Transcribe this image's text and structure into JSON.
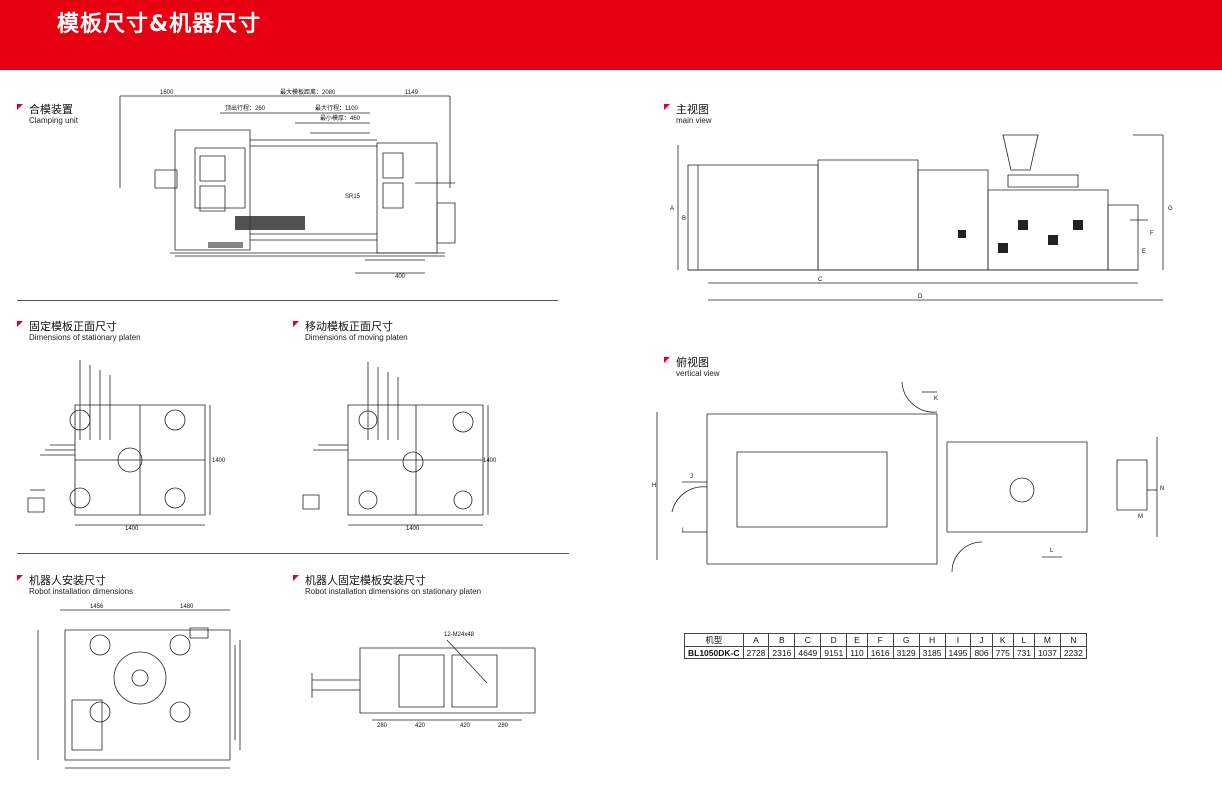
{
  "header": {
    "title": "模板尺寸&机器尺寸",
    "color": "#e60012"
  },
  "sections": {
    "clamping": {
      "cn": "合模装置",
      "en": "Clamping unit"
    },
    "stationary": {
      "cn": "固定模板正面尺寸",
      "en": "Dimensions of stationary platen"
    },
    "moving": {
      "cn": "移动模板正面尺寸",
      "en": "Dimensions of moving platen"
    },
    "robot": {
      "cn": "机器人安装尺寸",
      "en": "Robot installation dimensions"
    },
    "robot_platen": {
      "cn": "机器人固定模板安装尺寸",
      "en": "Robot installation dimensions on stationary platen"
    },
    "main": {
      "cn": "主视图",
      "en": "main  view"
    },
    "vertical": {
      "cn": "俯视图",
      "en": "vertical view"
    }
  },
  "drawing_labels": {
    "clamp_left": "1600",
    "clamp_right": "1149",
    "clamp_max_open": "最大模板距离：2080",
    "clamp_stroke": "最大行程：1100",
    "clamp_min": "最小模厚：460",
    "clamp_eject": "顶出行程：260",
    "clamp_bottom": "400",
    "clamp_mid": "SR15",
    "stationary_width": "1400",
    "stationary_height": "1400",
    "moving_width": "1400",
    "moving_height": "1400",
    "robot_left": "1456",
    "robot_right": "1480",
    "platen_bolt": "12-M24x48",
    "platen_d1": "280",
    "platen_d2": "420",
    "platen_d3": "420",
    "platen_d4": "280",
    "main_A": "A",
    "main_B": "B",
    "main_C": "C",
    "main_D": "D",
    "main_E": "E",
    "main_F": "F",
    "main_G": "G",
    "top_H": "H",
    "top_I": "I",
    "top_J": "J",
    "top_K": "K",
    "top_L": "L",
    "top_M": "M",
    "top_N": "N"
  },
  "spec_table": {
    "headers": [
      "机型",
      "A",
      "B",
      "C",
      "D",
      "E",
      "F",
      "G",
      "H",
      "I",
      "J",
      "K",
      "L",
      "M",
      "N"
    ],
    "rows": [
      [
        "BL1050DK-C",
        "2728",
        "2316",
        "4649",
        "9151",
        "110",
        "1616",
        "3129",
        "3185",
        "1495",
        "806",
        "775",
        "731",
        "1037",
        "2232"
      ]
    ]
  }
}
